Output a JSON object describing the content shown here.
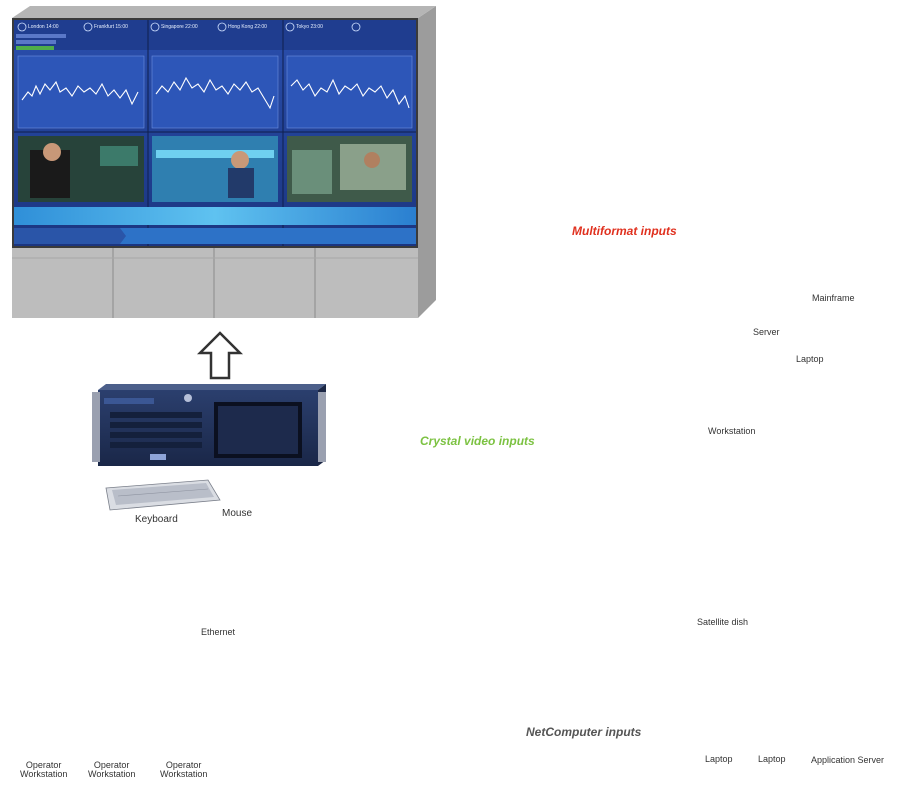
{
  "inputs": {
    "multiformat_title": "Multiformat inputs",
    "crystal_title": "Crystal video inputs",
    "netcomputer_title": "NetComputer inputs",
    "red_color": "#e0301e",
    "green_color": "#7cc242",
    "gray_color": "#6b6b6b"
  },
  "devices": {
    "mainframe": "Mainframe",
    "server": "Server",
    "laptop_red": "Laptop",
    "workstation": "Workstation",
    "satellite": "Satellite dish",
    "keyboard": "Keyboard",
    "mouse": "Mouse",
    "ethernet": "Ethernet",
    "laptop_net1": "Laptop",
    "laptop_net2": "Laptop",
    "app_server": "Application Server",
    "operator1": [
      "Operator",
      "Workstation"
    ],
    "operator2": [
      "Operator",
      "Workstation"
    ],
    "operator3": [
      "Operator",
      "Workstation"
    ]
  },
  "videowall": {
    "cities": [
      "London 14:00",
      "Frankfurt 15:00",
      "Singapore 22:00",
      "Hong Kong 22:00",
      "Tokyo 23:00"
    ],
    "city_icons": [
      "globe-icon",
      "globe-icon",
      "globe-icon",
      "globe-icon",
      "globe-icon"
    ]
  }
}
